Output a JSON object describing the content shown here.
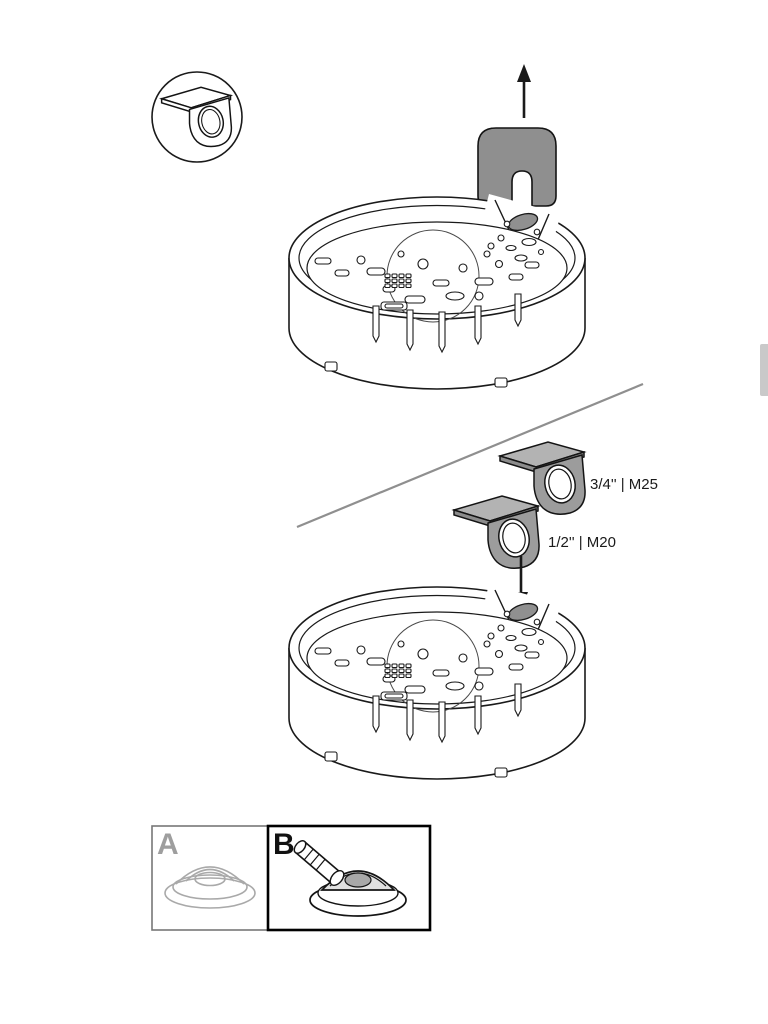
{
  "annotations": {
    "adapter_m25_label": "3/4'' | M25",
    "adapter_m20_label": "1/2'' | M20"
  },
  "options": {
    "option_a_label": "A",
    "option_b_label": "B"
  },
  "icons": {
    "badge": "conduit-adapter-icon",
    "step1_arrow": "arrow-up-icon",
    "step2_arrow": "arrow-down-icon",
    "side": "page-edge-tab",
    "option_a": "dome-camera-icon",
    "option_b": "dome-camera-with-conduit-icon"
  },
  "colors": {
    "background": "#ffffff",
    "outline": "#1a1a1a",
    "plug_fill": "#8f8f8f",
    "adapter_fill": "#9c9c9c",
    "adapter_top_fill": "#b3b3b3",
    "collar_fill": "#909090",
    "divider": "#8f8f8f",
    "unselected_gray": "#a9a9a9",
    "selected_border": "#000000",
    "side_tab": "#c9c9c9",
    "dome_shade": "#e0e0e0",
    "lens_shade": "#a8a8a8"
  }
}
